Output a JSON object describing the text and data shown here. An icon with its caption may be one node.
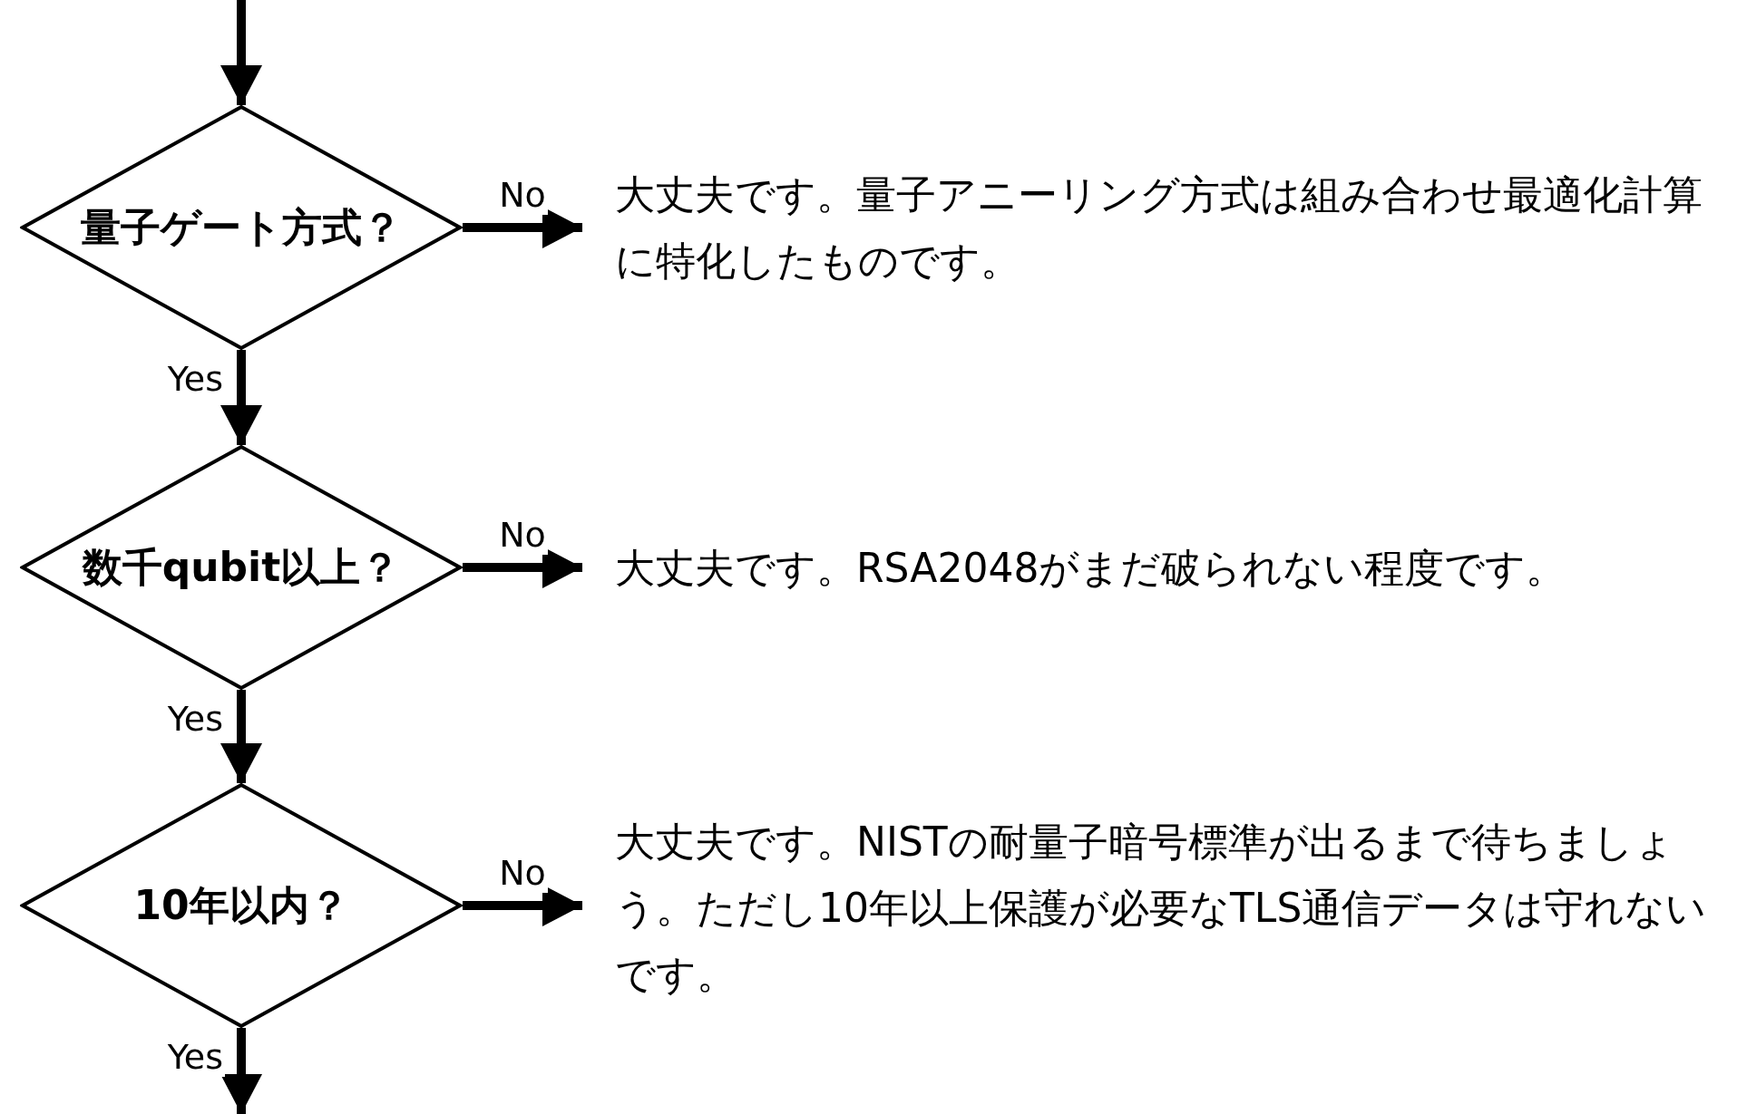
{
  "diagram": {
    "nodes": [
      {
        "text": [
          "量子ゲート方式？"
        ]
      },
      {
        "text": [
          "大丈夫です。量子アニーリング方式は組み合わせ最適化計算に特化したものです。"
        ]
      },
      {
        "text": [
          "数千qubit以上？"
        ]
      },
      {
        "text": [
          "大丈夫です。RSA2048がまだ破られない程度です。"
        ]
      },
      {
        "text": [
          "10年以内？"
        ]
      },
      {
        "text": [
          "大丈夫です。NISTの耐量子暗号標準が出るまで待ちましょう。ただし10年以上保護が必要なTLS通信データは守れないです。"
        ]
      }
    ],
    "edges": [
      {
        "from": null,
        "to": 0,
        "arrow": "to"
      },
      {
        "from": 0,
        "to": 1,
        "arrow": "to",
        "label": "No"
      },
      {
        "from": 0,
        "to": 2,
        "arrow": "to",
        "label": "Yes"
      },
      {
        "from": 2,
        "to": 3,
        "arrow": "to",
        "label": "No"
      },
      {
        "from": 2,
        "to": 4,
        "arrow": "to",
        "label": "Yes"
      },
      {
        "from": 4,
        "to": 5,
        "arrow": "to",
        "label": "No"
      },
      {
        "from": 4,
        "to": null,
        "arrow": "to",
        "label": "Yes"
      }
    ]
  }
}
